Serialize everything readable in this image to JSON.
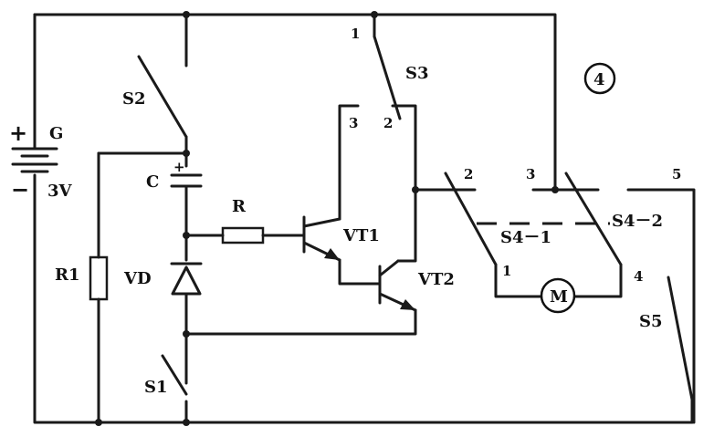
{
  "figure_number": "④",
  "battery": {
    "name": "G",
    "voltage": "3V",
    "plus": "+",
    "minus": "−"
  },
  "components": {
    "capacitor": "C",
    "resistor": "R",
    "resistor1": "R1",
    "diode": "VD",
    "transistor1": "VT1",
    "transistor2": "VT2",
    "motor": "M"
  },
  "switches": {
    "s1": "S1",
    "s2": "S2",
    "s3": "S3",
    "s4_1": "S4－1",
    "s4_2": "S4－2",
    "s5": "S5"
  },
  "terminals": {
    "s3_1": "1",
    "s3_3": "3",
    "s3_2": "2",
    "s41_2": "2",
    "s41_1": "1",
    "s42_3": "3",
    "s42_4": "4",
    "s5_5": "5"
  }
}
